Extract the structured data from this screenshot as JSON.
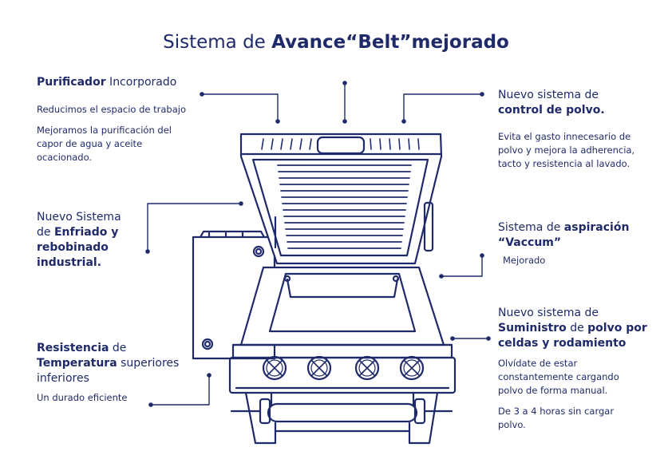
{
  "title": {
    "pre": "Sistema de ",
    "bold": "Avance“Belt”mejorado"
  },
  "purificador": {
    "h_bold": "Purificador",
    "h_rest": " Incorporado",
    "p1": "Reducimos el espacio de trabajo",
    "p2a": "Mejoramos la purificación del",
    "p2b": "capor de agua y aceite",
    "p2c": "ocacionado."
  },
  "enfriado": {
    "l1": "Nuevo Sistema",
    "l2_pre": "de ",
    "l2_bold": "Enfriado y",
    "l3": "rebobinado",
    "l4": "industrial."
  },
  "resistencia": {
    "l1_bold": "Resistencia",
    "l1_rest": " de",
    "l2_bold": "Temperatura",
    "l2_rest": " superiores",
    "l3": "inferiores",
    "p": "Un durado eficiente"
  },
  "control": {
    "l1": "Nuevo sistema de",
    "l2": "control de polvo.",
    "pa": "Evita el gasto innecesario de",
    "pb": "polvo y mejora la adherencia,",
    "pc": "tacto y resistencia al lavado."
  },
  "aspiracion": {
    "l1_pre": "Sistema de ",
    "l1_bold": "aspiración",
    "l2": "“Vaccum”",
    "p": "Mejorado"
  },
  "suministro": {
    "l1": "Nuevo sistema de",
    "l2_bold1": "Suministro",
    "l2_mid": " de ",
    "l2_bold2": "polvo por",
    "l3": "celdas y rodamiento",
    "p1a": "Olvídate  de estar",
    "p1b": "constantemente cargando",
    "p1c": "polvo de forma manual.",
    "p2a": "De 3 a 4 horas sin cargar",
    "p2b": "polvo."
  },
  "colors": {
    "navy": "#1f2a6b",
    "accent": "#2b3f8f"
  }
}
